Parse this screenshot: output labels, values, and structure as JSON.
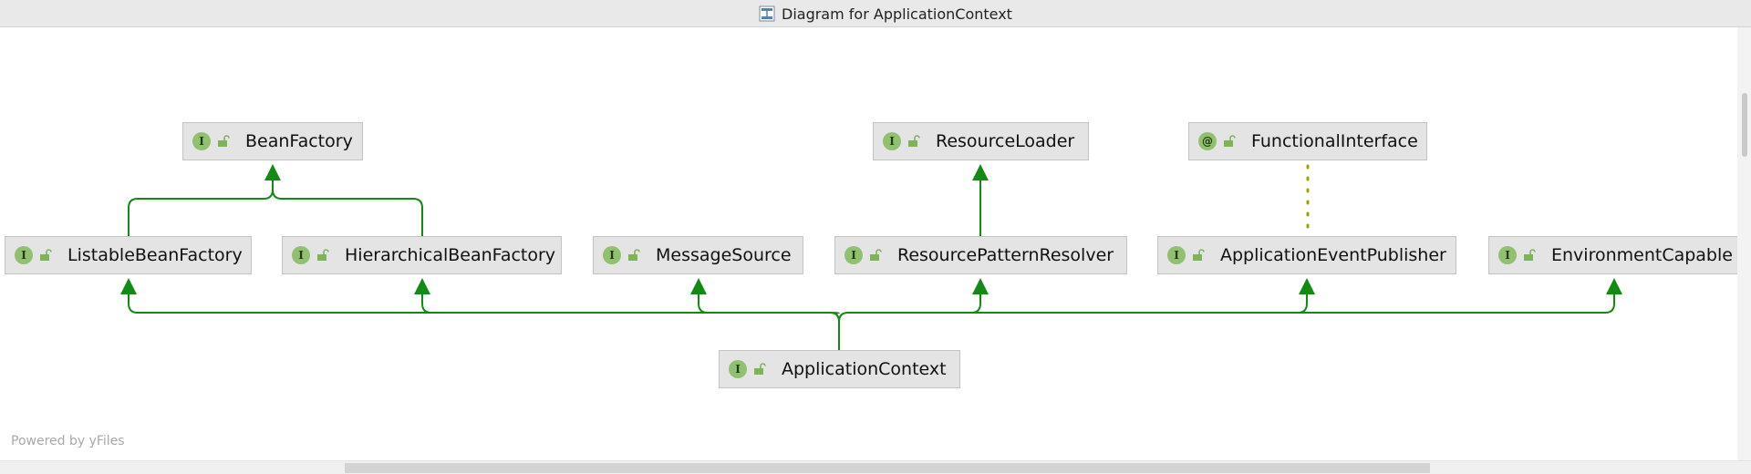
{
  "window": {
    "title": "Diagram for ApplicationContext",
    "icon": "diagram-icon"
  },
  "diagram": {
    "nodes": [
      {
        "id": "bean-factory",
        "label": "BeanFactory",
        "kind": "interface",
        "badge": "I"
      },
      {
        "id": "resource-loader",
        "label": "ResourceLoader",
        "kind": "interface",
        "badge": "I"
      },
      {
        "id": "functional-interface",
        "label": "FunctionalInterface",
        "kind": "annotation",
        "badge": "@"
      },
      {
        "id": "listable-bean-factory",
        "label": "ListableBeanFactory",
        "kind": "interface",
        "badge": "I"
      },
      {
        "id": "hierarchical-bean-factory",
        "label": "HierarchicalBeanFactory",
        "kind": "interface",
        "badge": "I"
      },
      {
        "id": "message-source",
        "label": "MessageSource",
        "kind": "interface",
        "badge": "I"
      },
      {
        "id": "resource-pattern-resolver",
        "label": "ResourcePatternResolver",
        "kind": "interface",
        "badge": "I"
      },
      {
        "id": "application-event-publisher",
        "label": "ApplicationEventPublisher",
        "kind": "interface",
        "badge": "I"
      },
      {
        "id": "environment-capable",
        "label": "EnvironmentCapable",
        "kind": "interface",
        "badge": "I"
      },
      {
        "id": "application-context",
        "label": "ApplicationContext",
        "kind": "interface",
        "badge": "I"
      }
    ],
    "edges": [
      {
        "from": "listable-bean-factory",
        "to": "bean-factory",
        "type": "extends"
      },
      {
        "from": "hierarchical-bean-factory",
        "to": "bean-factory",
        "type": "extends"
      },
      {
        "from": "resource-pattern-resolver",
        "to": "resource-loader",
        "type": "extends"
      },
      {
        "from": "functional-interface",
        "to": "application-event-publisher",
        "type": "annotation"
      },
      {
        "from": "application-context",
        "to": "listable-bean-factory",
        "type": "extends"
      },
      {
        "from": "application-context",
        "to": "hierarchical-bean-factory",
        "type": "extends"
      },
      {
        "from": "application-context",
        "to": "message-source",
        "type": "extends"
      },
      {
        "from": "application-context",
        "to": "resource-pattern-resolver",
        "type": "extends"
      },
      {
        "from": "application-context",
        "to": "application-event-publisher",
        "type": "extends"
      },
      {
        "from": "application-context",
        "to": "environment-capable",
        "type": "extends"
      }
    ],
    "colors": {
      "edge": "#138a13",
      "annotation_edge": "#a0a000",
      "badge": "#90c070",
      "node_fill": "#e4e4e4"
    }
  },
  "footer": {
    "powered_by": "Powered by yFiles"
  }
}
